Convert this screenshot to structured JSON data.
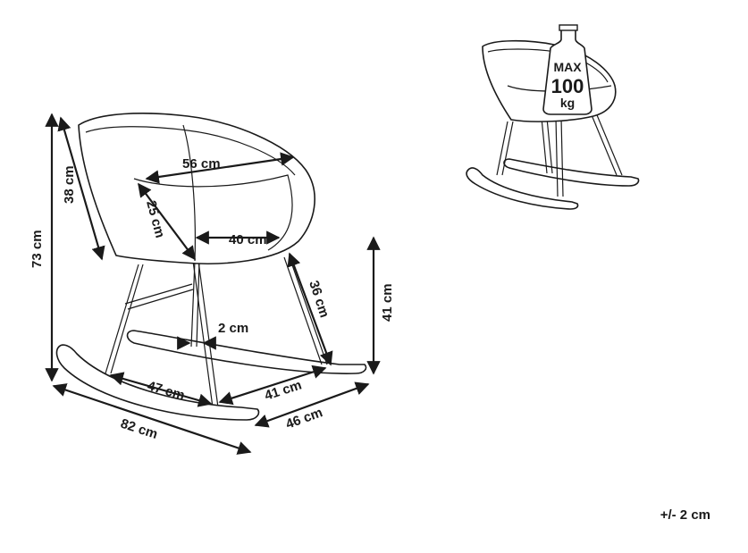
{
  "dimensions": {
    "height_total": "73 cm",
    "back_height": "38 cm",
    "seat_width": "56 cm",
    "seat_depth": "25 cm",
    "seat_front": "40 cm",
    "leg_height": "36 cm",
    "seat_height": "41 cm",
    "leg_thickness": "2 cm",
    "leg_base_side": "47 cm",
    "leg_base_front": "41 cm",
    "length_total": "82 cm",
    "width_total": "46 cm"
  },
  "weight_badge": {
    "max_label": "MAX",
    "value": "100",
    "unit": "kg"
  },
  "tolerance": "+/- 2 cm"
}
